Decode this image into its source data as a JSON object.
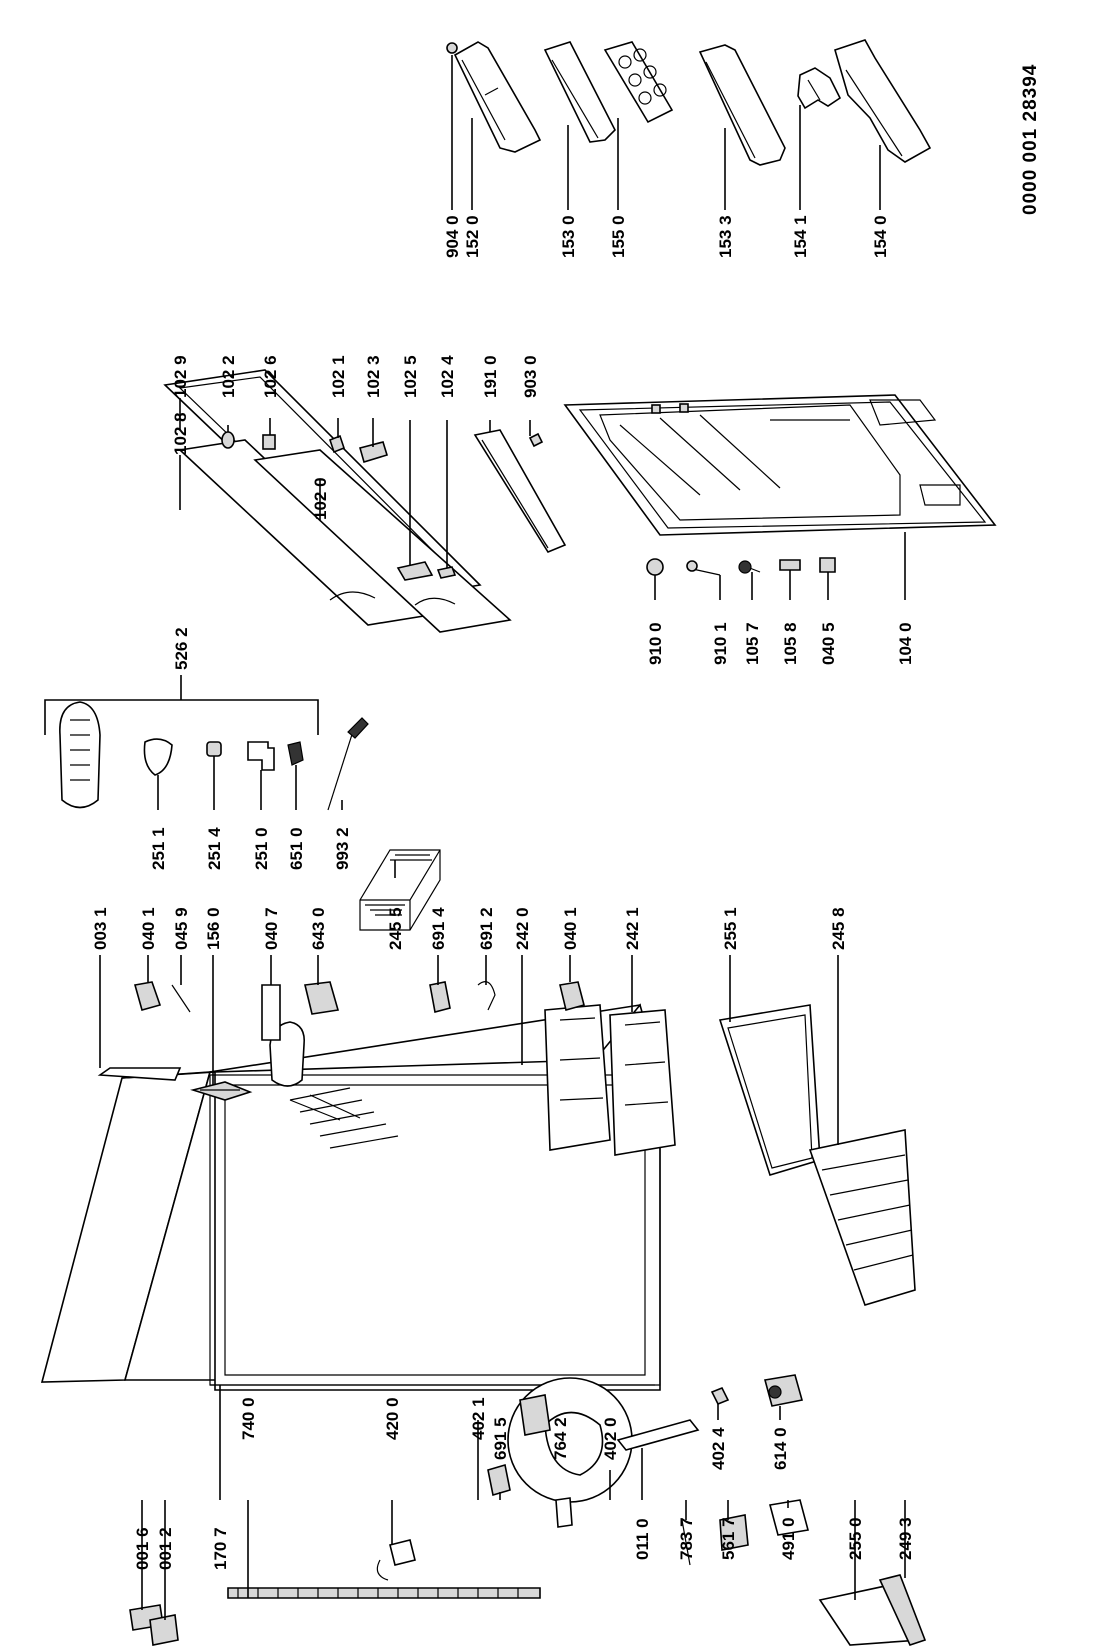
{
  "document_number": "0000 001 28394",
  "group_label": "526 2",
  "part_labels": {
    "p9040": "904 0",
    "p1520": "152 0",
    "p1530": "153 0",
    "p1550": "155 0",
    "p1533": "153 3",
    "p1541": "154 1",
    "p1540": "154 0",
    "p1029": "102 9",
    "p1028": "102 8",
    "p1022": "102 2",
    "p1026": "102 6",
    "p1020": "102 0",
    "p1021": "102 1",
    "p1023": "102 3",
    "p1025": "102 5",
    "p1024": "102 4",
    "p1910": "191 0",
    "p9030": "903 0",
    "p9100": "910 0",
    "p9101": "910 1",
    "p1057": "105 7",
    "p1058": "105 8",
    "p0405": "040 5",
    "p1040": "104 0",
    "p2511": "251 1",
    "p2514": "251 4",
    "p2510": "251 0",
    "p6510": "651 0",
    "p9932": "993 2",
    "p2455": "245 5",
    "p0031": "003 1",
    "p0401a": "040 1",
    "p0459": "045 9",
    "p1560": "156 0",
    "p0407": "040 7",
    "p6430": "643 0",
    "p6914": "691 4",
    "p6912": "691 2",
    "p2420": "242 0",
    "p0401b": "040 1",
    "p2421": "242 1",
    "p2551": "255 1",
    "p2458": "245 8",
    "p0016": "001 6",
    "p0012": "001 2",
    "p1707": "170 7",
    "p7400": "740 0",
    "p4200": "420 0",
    "p4021": "402 1",
    "p6915": "691 5",
    "p7642": "764 2",
    "p4020": "402 0",
    "p0110": "011 0",
    "p7837": "783 7",
    "p5617": "561 7",
    "p4910": "491 0",
    "p4024": "402 4",
    "p6140": "614 0",
    "p2550": "255 0",
    "p2493": "249 3"
  }
}
